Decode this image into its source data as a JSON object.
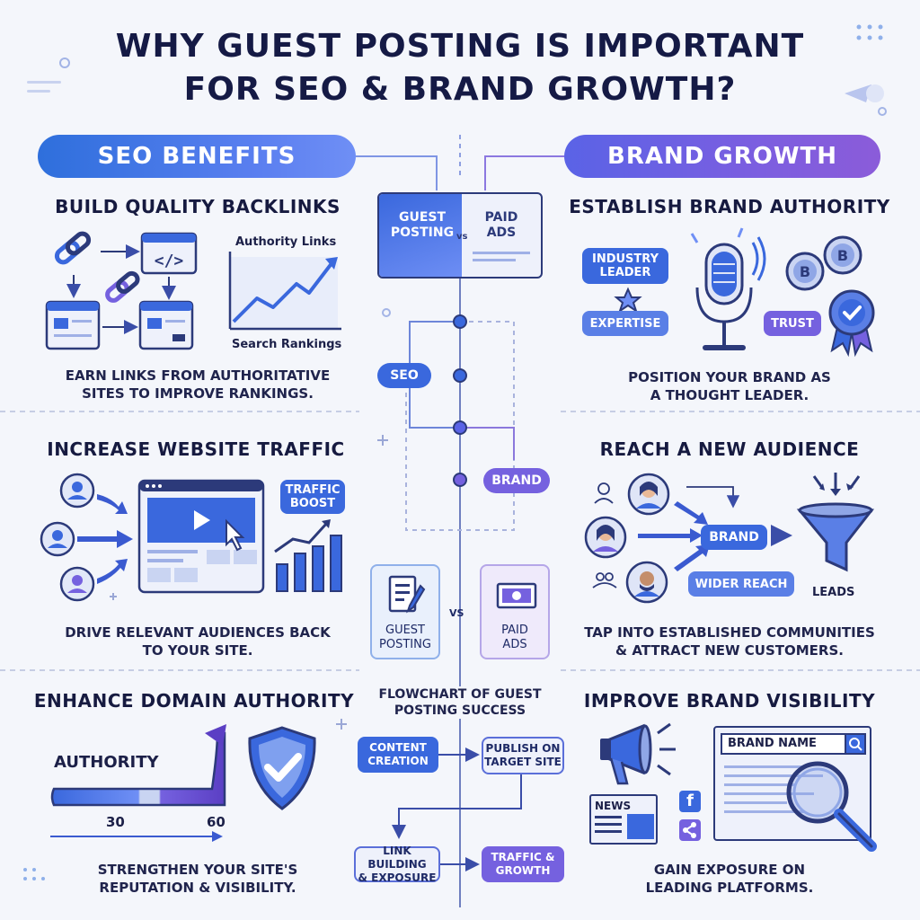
{
  "title": {
    "line1": "WHY GUEST POSTING IS IMPORTANT",
    "line2": "FOR SEO & BRAND GROWTH?"
  },
  "banners": {
    "left": "SEO BENEFITS",
    "right": "BRAND GROWTH"
  },
  "seo": {
    "backlinks": {
      "heading": "BUILD QUALITY BACKLINKS",
      "chart_top_label": "Authority Links",
      "chart_bottom_label": "Search Rankings",
      "caption_line1": "EARN LINKS FROM AUTHORITATIVE",
      "caption_line2": "SITES TO IMPROVE RANKINGS."
    },
    "traffic": {
      "heading": "INCREASE WEBSITE TRAFFIC",
      "bubble_line1": "TRAFFIC",
      "bubble_line2": "BOOST",
      "caption_line1": "DRIVE RELEVANT AUDIENCES BACK",
      "caption_line2": "TO YOUR SITE."
    },
    "authority": {
      "heading": "ENHANCE DOMAIN AUTHORITY",
      "bar_label": "AUTHORITY",
      "min_value": "30",
      "max_value": "60",
      "caption_line1": "STRENGTHEN YOUR SITE'S",
      "caption_line2": "REPUTATION & VISIBILITY."
    }
  },
  "center": {
    "compare_top": {
      "left_line1": "GUEST",
      "left_line2": "POSTING",
      "vs": "vs",
      "right_line1": "PAID",
      "right_line2": "ADS"
    },
    "seo_label": "SEO",
    "brand_label": "BRAND",
    "compare_bottom": {
      "left_line1": "GUEST",
      "left_line2": "POSTING",
      "vs": "VS",
      "right_line1": "PAID",
      "right_line2": "ADS"
    },
    "flowchart_title_line1": "FLOWCHART OF GUEST",
    "flowchart_title_line2": "POSTING SUCCESS",
    "flow": {
      "step1_line1": "CONTENT",
      "step1_line2": "CREATION",
      "step2_line1": "PUBLISH ON",
      "step2_line2": "TARGET SITE",
      "step3_line1": "LINK BUILDING",
      "step3_line2": "& EXPOSURE",
      "step4_line1": "TRAFFIC &",
      "step4_line2": "GROWTH"
    }
  },
  "brand": {
    "authority": {
      "heading": "ESTABLISH BRAND AUTHORITY",
      "tag_industry_line1": "INDUSTRY",
      "tag_industry_line2": "LEADER",
      "tag_expertise": "EXPERTISE",
      "tag_trust": "TRUST",
      "caption_line1": "POSITION YOUR BRAND AS",
      "caption_line2": "A THOUGHT LEADER."
    },
    "audience": {
      "heading": "REACH A NEW AUDIENCE",
      "brand_pill": "BRAND",
      "wider_reach": "WIDER REACH",
      "leads": "LEADS",
      "caption_line1": "TAP INTO ESTABLISHED COMMUNITIES",
      "caption_line2": "& ATTRACT NEW CUSTOMERS."
    },
    "visibility": {
      "heading": "IMPROVE BRAND VISIBILITY",
      "search_text": "BRAND NAME",
      "news_label": "NEWS",
      "caption_line1": "GAIN EXPOSURE ON",
      "caption_line2": "LEADING PLATFORMS."
    }
  },
  "colors": {
    "blue": "#3a68dd",
    "purple": "#7561df",
    "navy": "#151a45",
    "background": "#f4f6fb"
  },
  "icons": [
    "chain-link-icon",
    "code-window-icon",
    "browser-window-icon",
    "line-chart-icon",
    "user-avatar-icon",
    "video-player-icon",
    "cursor-icon",
    "bar-chart-icon",
    "shield-check-icon",
    "document-pen-icon",
    "banknote-icon",
    "microphone-icon",
    "star-icon",
    "coin-icon",
    "award-badge-icon",
    "funnel-icon",
    "megaphone-icon",
    "search-icon",
    "magnifier-icon",
    "newspaper-icon",
    "facebook-icon",
    "share-icon"
  ]
}
